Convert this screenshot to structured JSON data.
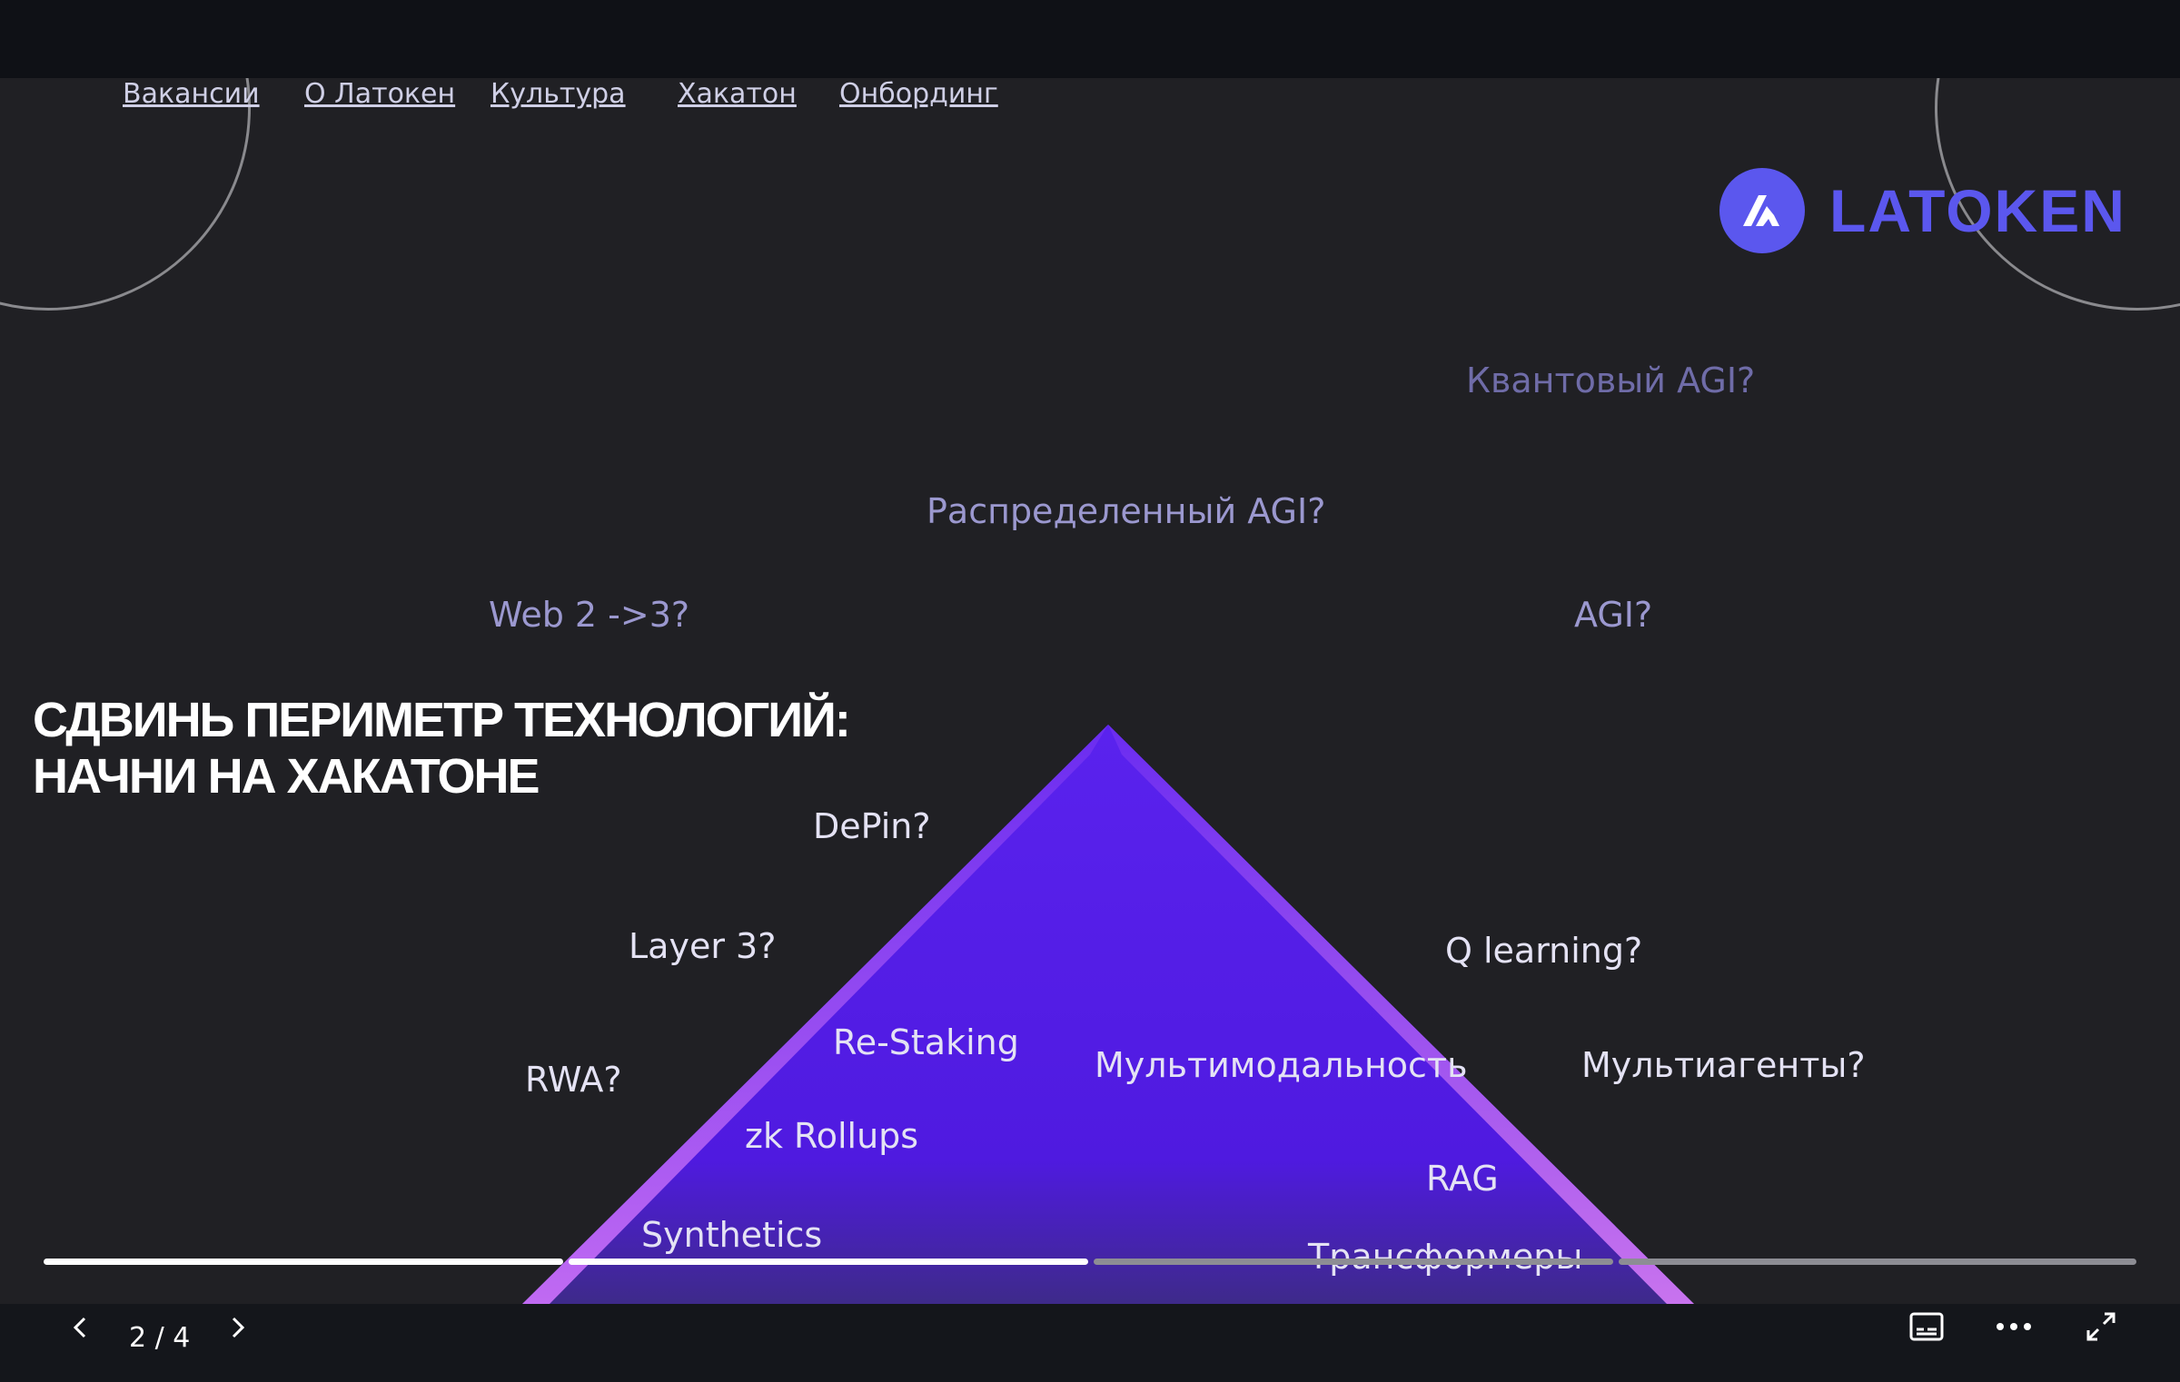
{
  "nav": {
    "items": [
      "Вакансии",
      "О Латокен",
      "Культура",
      "Хакатон",
      "Онбординг"
    ]
  },
  "logo": {
    "text": "LATOKEN",
    "color": "#5b57ee"
  },
  "headline": {
    "line1": "СДВИНЬ ПЕРИМЕТР ТЕХНОЛОГИЙ:",
    "line2": "НАЧНИ НА ХАКАТОНЕ"
  },
  "tags": {
    "quantum_agi": "Квантовый  AGI?",
    "distributed_agi": "Распределенный  AGI?",
    "web23": "Web 2 ->3?",
    "agi": "AGI?",
    "depin": "DePin?",
    "layer3": "Layer 3?",
    "q_learning": "Q learning?",
    "rwa": "RWA?",
    "restaking": "Re-Staking",
    "multimodality": "Мультимодальность",
    "multiagents": "Мультиагенты?",
    "zk_rollups": "zk Rollups",
    "rag": "RAG",
    "synthetics": "Synthetics",
    "transformers": "Трансформеры"
  },
  "player": {
    "page_indicator": "2 / 4",
    "current_page": 2,
    "total_pages": 4,
    "icons": [
      "chevron-left-icon",
      "chevron-right-icon",
      "captions-icon",
      "more-icon",
      "fullscreen-icon"
    ]
  },
  "colors": {
    "background": "#202024",
    "accent": "#5b57ee",
    "pyramid": "#5a1fe6",
    "pyramid_edge": "#b05cf0"
  }
}
